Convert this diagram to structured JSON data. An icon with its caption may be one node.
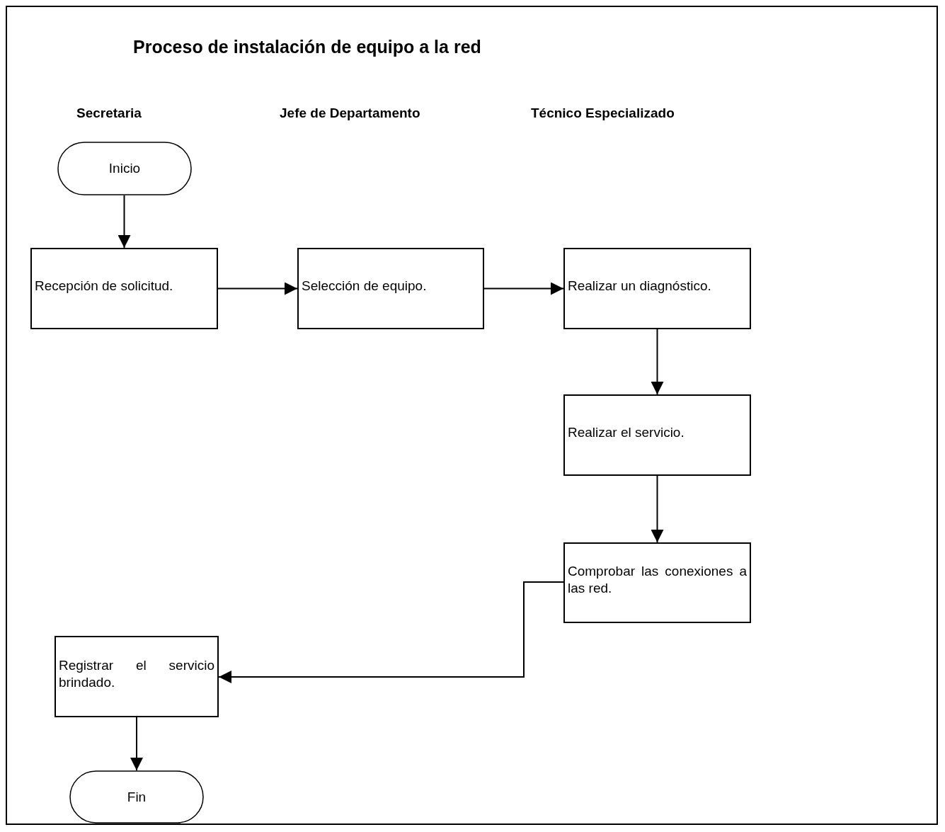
{
  "diagram": {
    "title": "Proceso de instalación de equipo a la red",
    "nodes": [
      {
        "text": [
          "Inicio"
        ]
      },
      {
        "text": [
          "Recepción de solicitud."
        ]
      },
      {
        "text": [
          "Selección de equipo."
        ]
      },
      {
        "text": [
          "Realizar un diagnóstico."
        ]
      },
      {
        "text": [
          "Realizar el servicio."
        ]
      },
      {
        "text": [
          "Comprobar las conexiones a las red."
        ]
      },
      {
        "text": [
          "Registrar el servicio brindado."
        ]
      },
      {
        "text": [
          "Fin"
        ]
      }
    ],
    "edges": [
      {
        "from": 0,
        "to": 1,
        "arrow": "to"
      },
      {
        "from": 1,
        "to": 2,
        "arrow": "to"
      },
      {
        "from": 2,
        "to": 3,
        "arrow": "to"
      },
      {
        "from": 3,
        "to": 4,
        "arrow": "to"
      },
      {
        "from": 4,
        "to": 5,
        "arrow": "to"
      },
      {
        "from": 5,
        "to": 6,
        "arrow": "to"
      },
      {
        "from": 6,
        "to": 7,
        "arrow": "to"
      }
    ],
    "labels": [
      "Secretaria",
      "Jefe de Departamento",
      "Técnico Especializado"
    ]
  }
}
